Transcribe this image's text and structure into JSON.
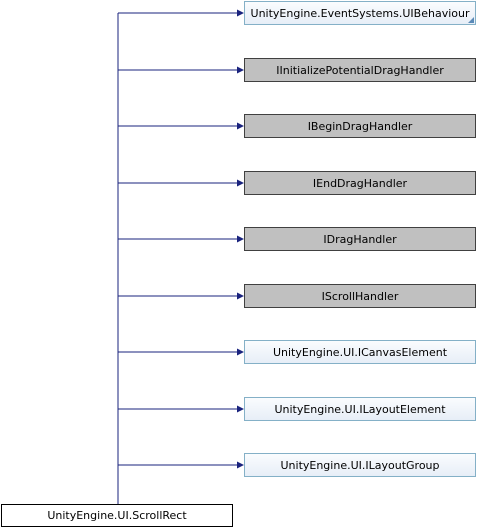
{
  "diagram": {
    "root": {
      "label": "UnityEngine.UI.ScrollRect"
    },
    "bases": [
      {
        "label": "UnityEngine.EventSystems.UIBehaviour",
        "style": "linked",
        "has_more": true
      },
      {
        "label": "IInitializePotentialDragHandler",
        "style": "external"
      },
      {
        "label": "IBeginDragHandler",
        "style": "external"
      },
      {
        "label": "IEndDragHandler",
        "style": "external"
      },
      {
        "label": "IDragHandler",
        "style": "external"
      },
      {
        "label": "IScrollHandler",
        "style": "external"
      },
      {
        "label": "UnityEngine.UI.ICanvasElement",
        "style": "linked"
      },
      {
        "label": "UnityEngine.UI.ILayoutElement",
        "style": "linked"
      },
      {
        "label": "UnityEngine.UI.ILayoutGroup",
        "style": "linked"
      }
    ],
    "colors": {
      "edge": "#1a237e",
      "linked_border": "#84b0c7",
      "external_fill": "#c0c0c0"
    }
  }
}
